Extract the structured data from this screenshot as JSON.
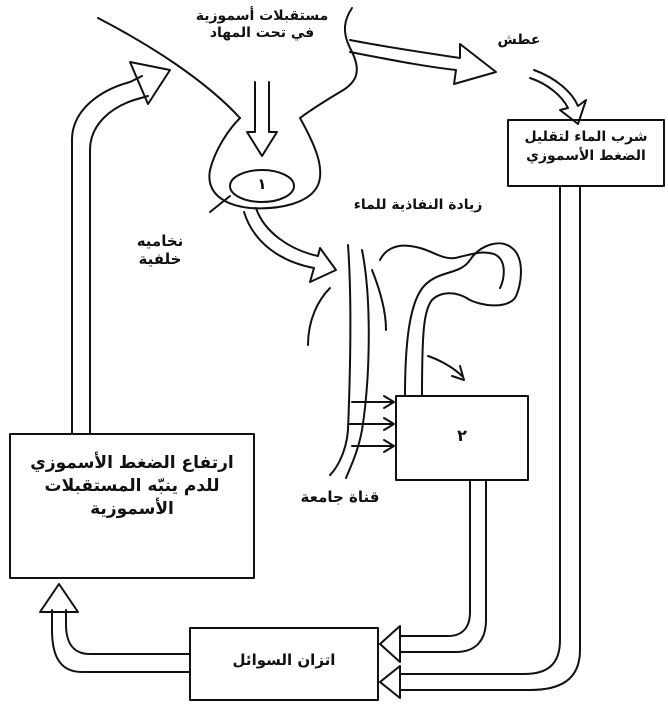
{
  "labels": {
    "osmoreceptors": [
      "مستقبلات أسموزية",
      "في تحت المهاد"
    ],
    "thirst": "عطش",
    "drink_water": [
      "شرب الماء لتقليل",
      "الضغط الأسموزي"
    ],
    "pituitary_number": "١",
    "posterior_pituitary": [
      "نخاميه",
      "خلفية"
    ],
    "permeability": "زيادة النفاذية للماء",
    "duct_number": "٢",
    "collecting_duct": "قناة جامعة",
    "osmotic_rise": [
      "ارتفاع الضغط الأسموزي",
      "للدم ينبّه المستقبلات",
      "الأسموزية"
    ],
    "fluid_balance": "اتزان السوائل"
  },
  "colors": {
    "stroke": "#111111",
    "fill": "#ffffff"
  }
}
